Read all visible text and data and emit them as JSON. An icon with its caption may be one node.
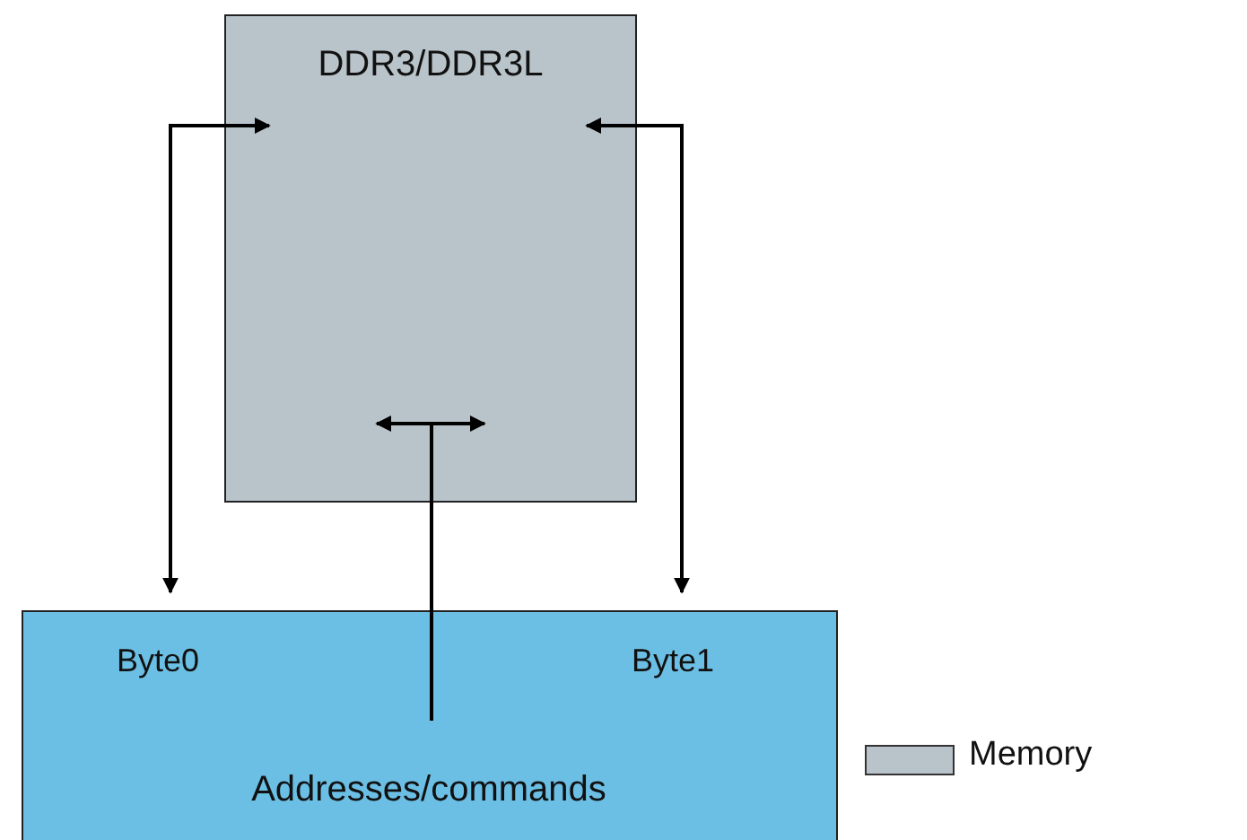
{
  "diagram": {
    "nodes": [
      {
        "text": [
          "DDR3/DDR3L"
        ]
      },
      {
        "text": [],
        "shape": "box"
      },
      {
        "text": [
          "Addresses/commands"
        ],
        "in": 1
      }
    ],
    "edges": [
      {
        "from": 0,
        "to": 1,
        "arrow": "both"
      },
      {
        "from": 0,
        "to": 1,
        "arrow": "both"
      },
      {
        "from": 2,
        "to": 0,
        "arrow": "to"
      }
    ],
    "labels": [
      "Byte0",
      "Byte1"
    ],
    "legend": [
      {
        "text": "Memory",
        "color": "#b9c3ca"
      }
    ]
  }
}
